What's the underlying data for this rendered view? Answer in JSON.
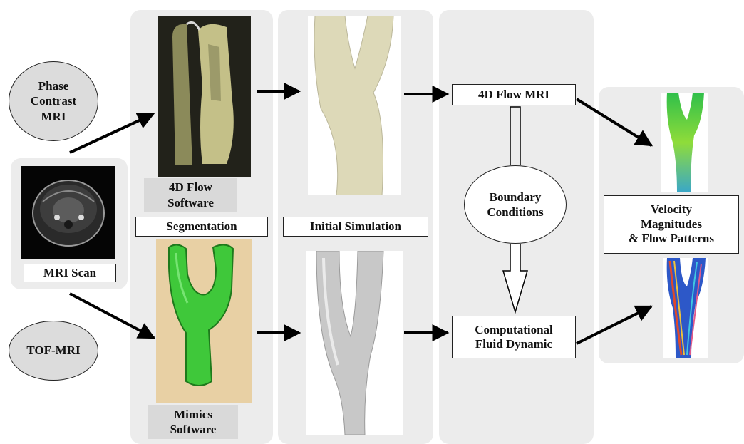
{
  "inputs": {
    "phase_contrast": "Phase\nContrast\nMRI",
    "tof": "TOF-MRI",
    "mri_scan": "MRI Scan"
  },
  "segmentation": {
    "label": "Segmentation",
    "flow_software": "4D Flow\nSoftware",
    "mimics_software": "Mimics\nSoftware"
  },
  "simulation": {
    "label": "Initial Simulation"
  },
  "analysis": {
    "flow_mri": "4D Flow MRI",
    "boundary": "Boundary\nConditions",
    "cfd": "Computational\nFluid Dynamic"
  },
  "results": {
    "label": "Velocity\nMagnitudes\n& Flow Patterns"
  },
  "colors": {
    "panel": "#ececec",
    "label_grey": "#d9d9d9",
    "vessel_green": "#3fc83a",
    "vessel_beige": "#ddd9b8",
    "vessel_grey": "#c8c8c8",
    "mimics_bg": "#e8d0a4"
  }
}
